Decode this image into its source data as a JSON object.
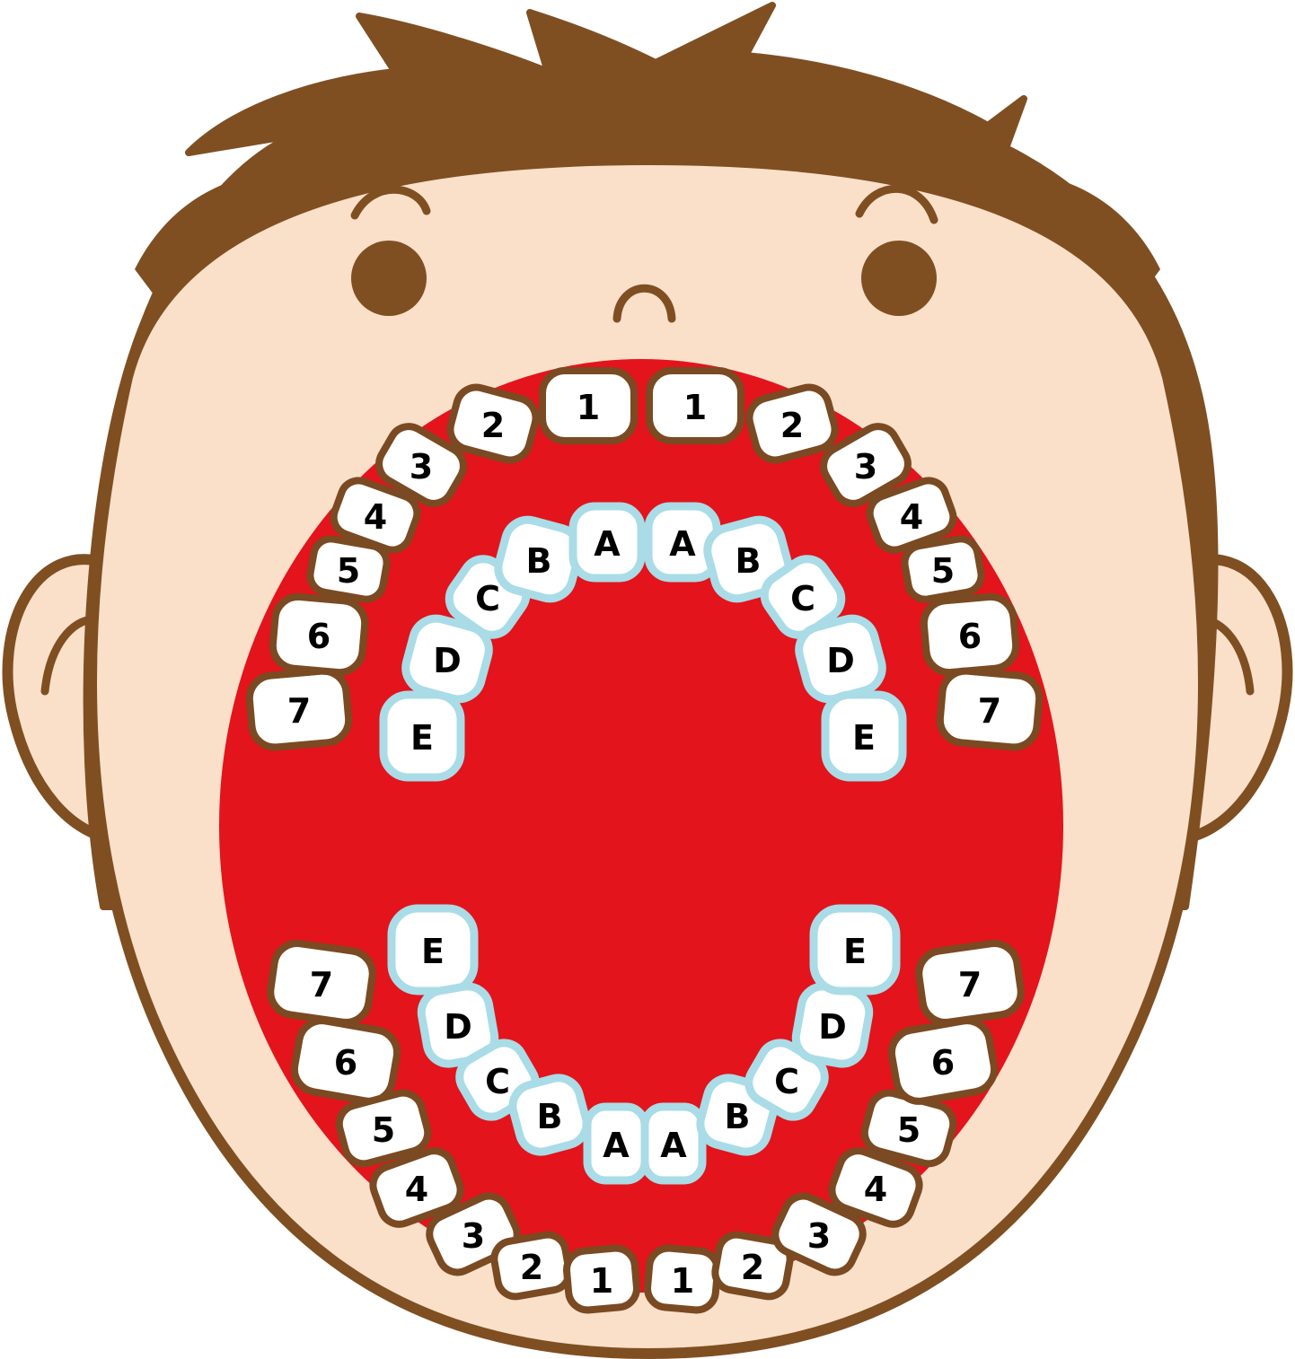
{
  "colors": {
    "hair": "#7f4f22",
    "skin": "#fadfc9",
    "outline": "#7f4f22",
    "mouth": "#e3141b",
    "tooth_fill": "#ffffff",
    "permanent_tooth_border": "#7a4a22",
    "primary_tooth_border": "#a9dce6"
  },
  "permanent_teeth": {
    "upper_left": [
      "7",
      "6",
      "5",
      "4",
      "3",
      "2",
      "1"
    ],
    "upper_right": [
      "1",
      "2",
      "3",
      "4",
      "5",
      "6",
      "7"
    ],
    "lower_left": [
      "7",
      "6",
      "5",
      "4",
      "3",
      "2",
      "1"
    ],
    "lower_right": [
      "1",
      "2",
      "3",
      "4",
      "5",
      "6",
      "7"
    ]
  },
  "primary_teeth": {
    "upper_left": [
      "E",
      "D",
      "C",
      "B",
      "A"
    ],
    "upper_right": [
      "A",
      "B",
      "C",
      "D",
      "E"
    ],
    "lower_left": [
      "E",
      "D",
      "C",
      "B",
      "A"
    ],
    "lower_right": [
      "A",
      "B",
      "C",
      "D",
      "E"
    ]
  }
}
